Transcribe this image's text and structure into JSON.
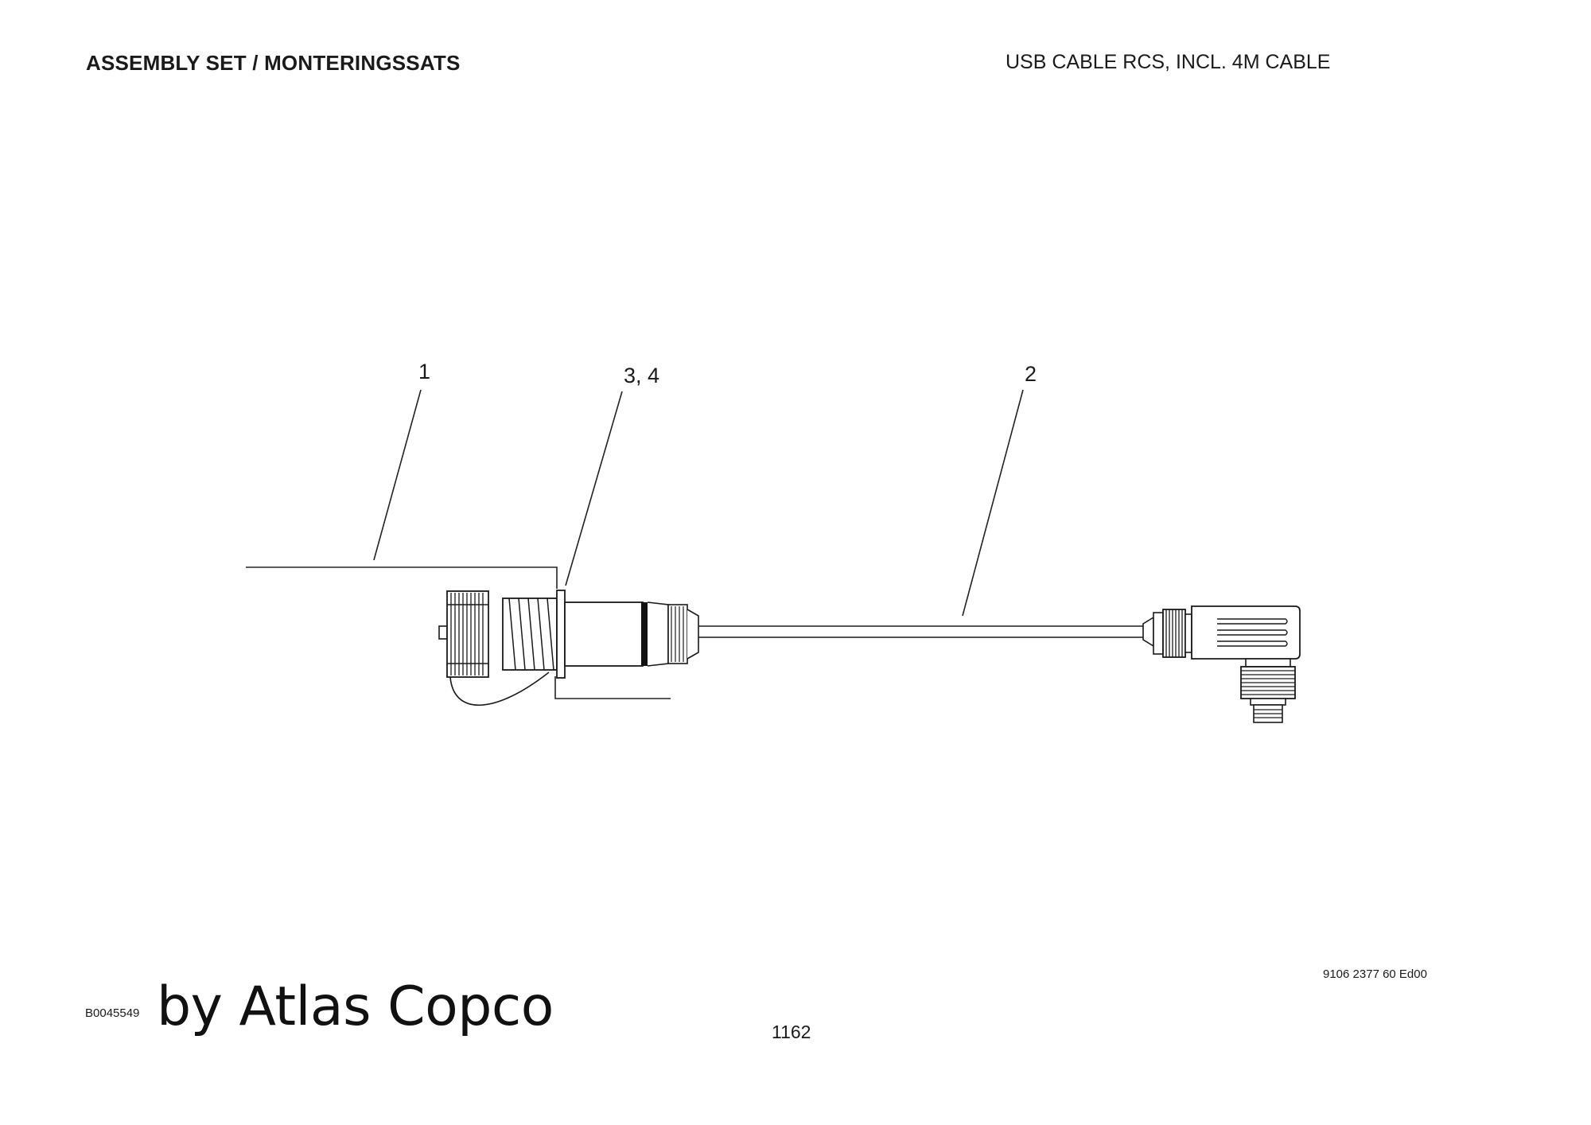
{
  "header": {
    "title_left": "ASSEMBLY SET / MONTERINGSSATS",
    "title_right": "USB CABLE RCS, INCL. 4M CABLE"
  },
  "diagram": {
    "callouts": [
      {
        "id": "1",
        "label": "1"
      },
      {
        "id": "3-4",
        "label": "3, 4"
      },
      {
        "id": "2",
        "label": "2"
      }
    ],
    "components": [
      "protective-cap",
      "panel-connector",
      "cable",
      "angled-connector"
    ]
  },
  "footer": {
    "drawing_id": "B0045549",
    "brand": "by Atlas Copco",
    "page_number": "1162",
    "doc_code": "9106 2377 60 Ed00"
  }
}
